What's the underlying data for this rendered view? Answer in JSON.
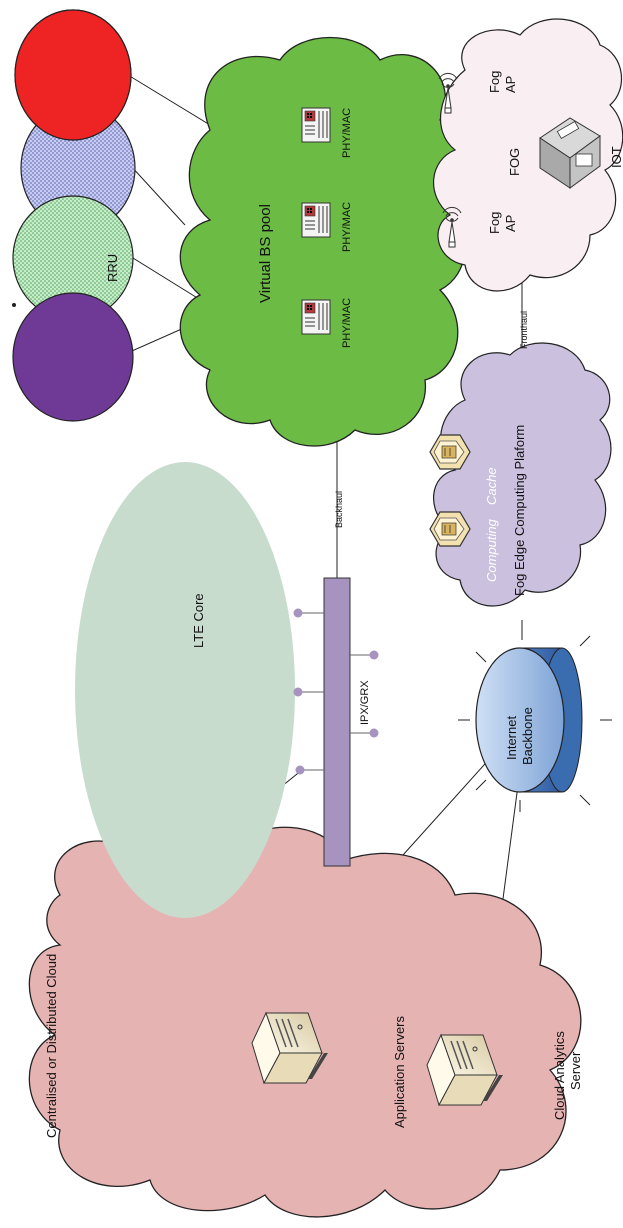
{
  "labels": {
    "cloud_title": "Centralised or Distributed Cloud",
    "lte_core": "LTE Core",
    "ipx_grx": "IPX/GRX",
    "backhaul": "Backhaul",
    "fronthaul": "Fronthaul",
    "internet_line1": "Internet",
    "internet_line2": "Backbone",
    "virtual_bs_pool": "Virtual BS pool",
    "phy_mac": "PHY/MAC",
    "rru": "RRU",
    "fog_platform": "Fog Edge Computing Plaform",
    "computing": "Computing",
    "cache": "Cache",
    "fog": "FOG",
    "fog_ap_line1": "Fog",
    "fog_ap_line2": "AP",
    "iot": "IOT",
    "application_servers": "Application Servers",
    "cloud_analytics_line1": "Cloud Analytics",
    "cloud_analytics_line2": "Server"
  },
  "colors": {
    "cloud_pink": "#e6b3b3",
    "lte_core_green": "#c8dcce",
    "ipx_bar_purple": "#a693bf",
    "virtual_bs_green": "#6cbb45",
    "rru_red": "#ee2324",
    "rru_blue_hatch": "#a8aee0",
    "rru_green_hatch": "#9fd6a5",
    "rru_purple": "#6e3a96",
    "fog_platform_lilac": "#cbc1de",
    "fog_pink": "#f9eef2",
    "internet_blue": "#8fb3e0"
  }
}
